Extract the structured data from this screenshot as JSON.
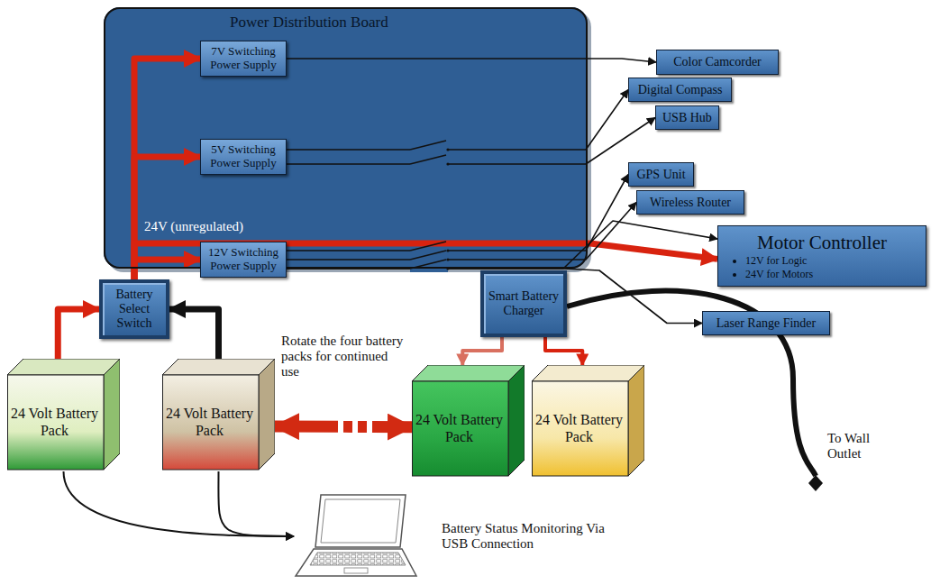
{
  "diagram": {
    "nodes": [
      {
        "text": [
          "Power Distribution Board"
        ]
      },
      {
        "text": [
          "7V Switching Power Supply"
        ],
        "in": 0
      },
      {
        "text": [
          "5V Switching Power Supply"
        ],
        "in": 0
      },
      {
        "text": [
          "12V Switching Power Supply"
        ],
        "in": 0
      },
      {
        "text": [
          "Color Camcorder"
        ]
      },
      {
        "text": [
          "Digital Compass"
        ]
      },
      {
        "text": [
          "USB Hub"
        ]
      },
      {
        "text": [
          "GPS Unit"
        ]
      },
      {
        "text": [
          "Wireless Router"
        ]
      },
      {
        "text": [
          "Motor Controller",
          "12V for Logic",
          "24V for Motors"
        ]
      },
      {
        "text": [
          "Laser Range Finder"
        ]
      },
      {
        "text": [
          "Battery Select Switch"
        ]
      },
      {
        "text": [
          "24 Volt Battery Pack"
        ]
      },
      {
        "text": [
          "24 Volt Battery Pack"
        ]
      },
      {
        "text": [
          "Smart Battery Charger"
        ]
      },
      {
        "text": [
          "24 Volt Battery Pack"
        ]
      },
      {
        "text": [
          "24 Volt Battery Pack"
        ]
      },
      {
        "text": [
          "Battery Status Monitoring Via USB Connection"
        ]
      }
    ],
    "edges": [
      {
        "from": 12,
        "to": 11,
        "arrow": "to"
      },
      {
        "from": 13,
        "to": 11,
        "arrow": "to"
      },
      {
        "from": 11,
        "to": 1,
        "arrow": "to"
      },
      {
        "from": 11,
        "to": 2,
        "arrow": "to"
      },
      {
        "from": 11,
        "to": 3,
        "arrow": "to"
      },
      {
        "from": 11,
        "to": 9,
        "label": "24V (unregulated)",
        "arrow": "to"
      },
      {
        "from": 1,
        "to": 4,
        "arrow": "to"
      },
      {
        "from": 2,
        "to": 5,
        "arrow": "to"
      },
      {
        "from": 2,
        "to": 6,
        "arrow": "to"
      },
      {
        "from": 3,
        "to": 7,
        "arrow": "to"
      },
      {
        "from": 3,
        "to": 8,
        "arrow": "to"
      },
      {
        "from": 3,
        "to": 9,
        "arrow": "to"
      },
      {
        "from": 3,
        "to": 10,
        "arrow": "to"
      },
      {
        "from": 14,
        "to": 15,
        "arrow": "to"
      },
      {
        "from": 14,
        "to": 16,
        "arrow": "to"
      },
      {
        "from": 13,
        "to": 15,
        "label": "Rotate the four battery packs for continued use",
        "arrow": "both"
      },
      {
        "from": 12,
        "to": 17,
        "arrow": "to"
      },
      {
        "from": 13,
        "to": 17,
        "arrow": "to"
      }
    ],
    "labels": [
      "To Wall Outlet"
    ]
  }
}
